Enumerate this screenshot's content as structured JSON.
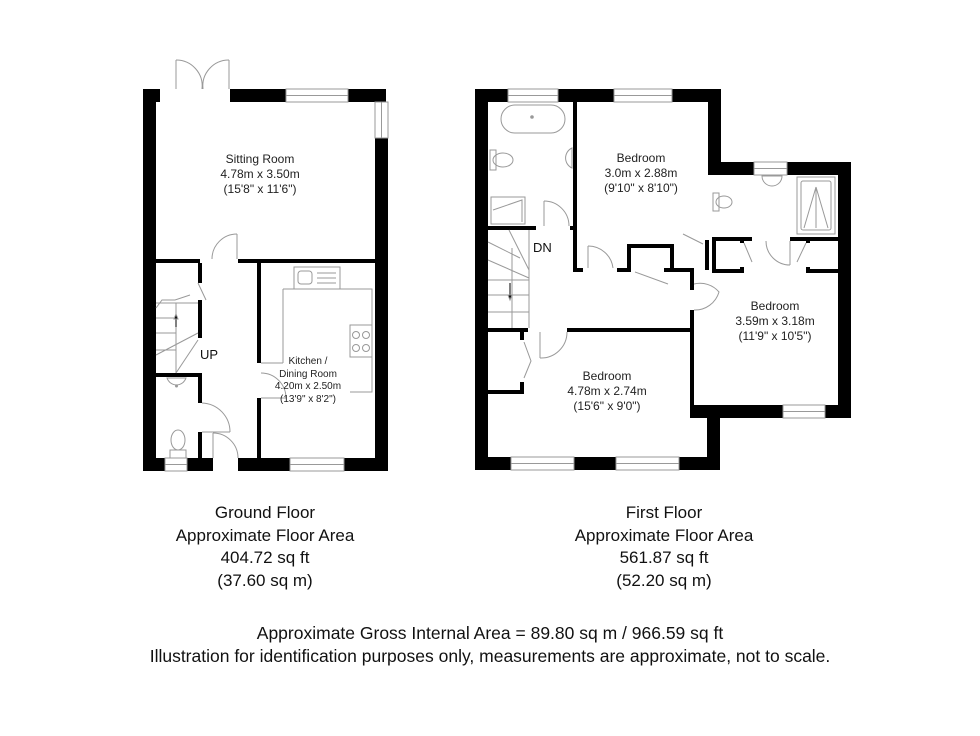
{
  "colors": {
    "wall": "#000000",
    "fixture_line": "#999999",
    "background": "#ffffff",
    "text": "#111111"
  },
  "ground_floor": {
    "rooms": [
      {
        "name": "Sitting Room",
        "metric": "4.78m x 3.50m",
        "imperial": "(15'8\" x 11'6\")"
      },
      {
        "name": "Kitchen /",
        "name2": "Dining Room",
        "metric": "4.20m x 2.50m",
        "imperial": "(13'9\" x 8'2\")"
      }
    ],
    "stairs_label": "UP",
    "caption": {
      "title": "Ground Floor",
      "subtitle": "Approximate Floor Area",
      "area_sqft": "404.72 sq ft",
      "area_sqm": "(37.60 sq m)"
    }
  },
  "first_floor": {
    "rooms": [
      {
        "name": "Bedroom",
        "metric": "3.0m x 2.88m",
        "imperial": "(9'10\" x 8'10\")"
      },
      {
        "name": "Bedroom",
        "metric": "3.59m x 3.18m",
        "imperial": "(11'9\" x 10'5\")"
      },
      {
        "name": "Bedroom",
        "metric": "4.78m x 2.74m",
        "imperial": "(15'6\" x 9'0\")"
      }
    ],
    "stairs_label": "DN",
    "caption": {
      "title": "First Floor",
      "subtitle": "Approximate Floor Area",
      "area_sqft": "561.87 sq ft",
      "area_sqm": "(52.20 sq m)"
    }
  },
  "footer": {
    "gross_area": "Approximate Gross Internal Area = 89.80 sq m / 966.59 sq ft",
    "disclaimer": "Illustration for identification purposes only, measurements are approximate, not to scale."
  }
}
